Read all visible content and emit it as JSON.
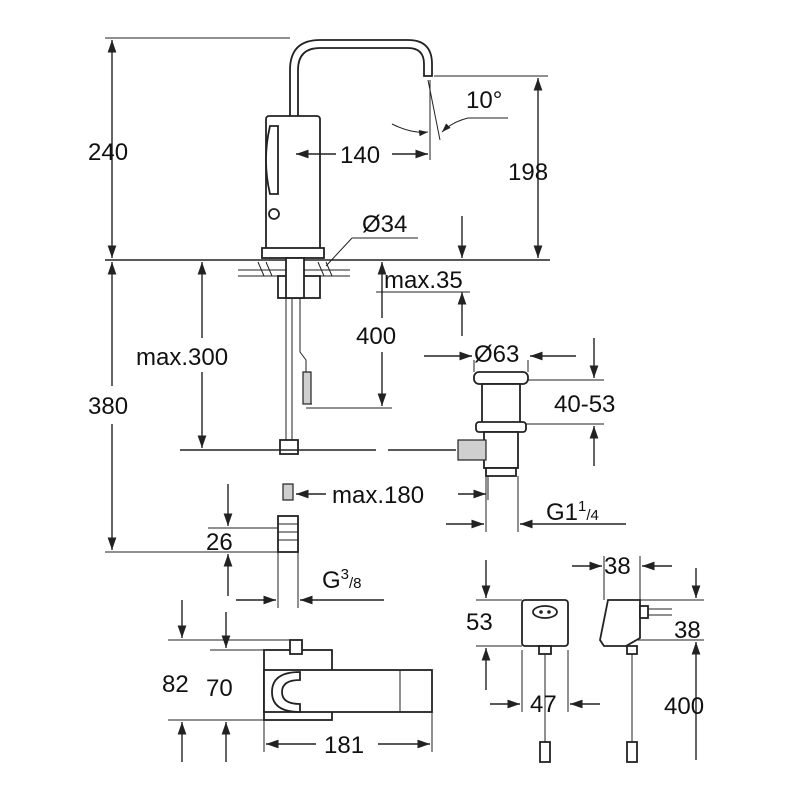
{
  "colors": {
    "line": "#222222",
    "background": "#ffffff",
    "shade": "#cfcfcf"
  },
  "dimensions": {
    "total_height": "240",
    "spout_reach": "140",
    "spout_angle": "10°",
    "spout_height": "198",
    "diameter_body": "Ø34",
    "deck_thickness": "max.35",
    "tail_length": "400",
    "max_height_below": "max.300",
    "lower_height": "380",
    "waste_diameter": "Ø63",
    "waste_height": "40-53",
    "max_offset": "max.180",
    "waste_thread": "G1",
    "waste_thread_sup": "1",
    "waste_thread_sub": "/4",
    "hose_height": "26",
    "hose_thread": "G",
    "hose_thread_sup": "3",
    "hose_thread_sub": "/8",
    "psu_width_side": "38",
    "psu_height_front": "53",
    "psu_height_side": "38",
    "psu_width_front": "47",
    "cable_length": "400",
    "box_height_outer": "82",
    "box_height_inner": "70",
    "box_width": "181"
  }
}
